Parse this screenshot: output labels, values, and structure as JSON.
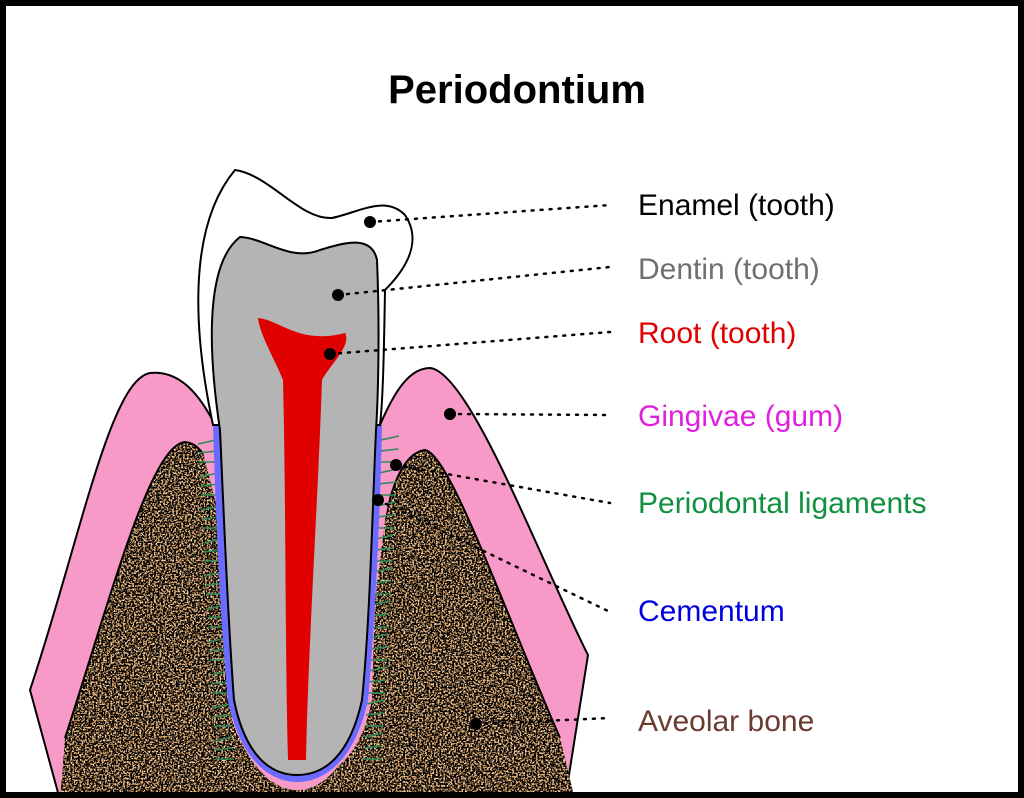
{
  "title": "Periodontium",
  "labels": [
    {
      "text": "Enamel (tooth)",
      "color": "#000000"
    },
    {
      "text": "Dentin (tooth)",
      "color": "#707070"
    },
    {
      "text": "Root (tooth)",
      "color": "#e00000"
    },
    {
      "text": "Gingivae (gum)",
      "color": "#e020e0"
    },
    {
      "text": "Periodontal ligaments",
      "color": "#109040"
    },
    {
      "text": "Cementum",
      "color": "#0000e0"
    },
    {
      "text": "Aveolar bone",
      "color": "#6b3a30"
    }
  ],
  "colors": {
    "gum": "#f79ac8",
    "dentin": "#b4b4b4",
    "pulp": "#e00000",
    "cementum": "#6b6bff",
    "ligament": "#2e8b57",
    "bone": "#8b4513"
  }
}
